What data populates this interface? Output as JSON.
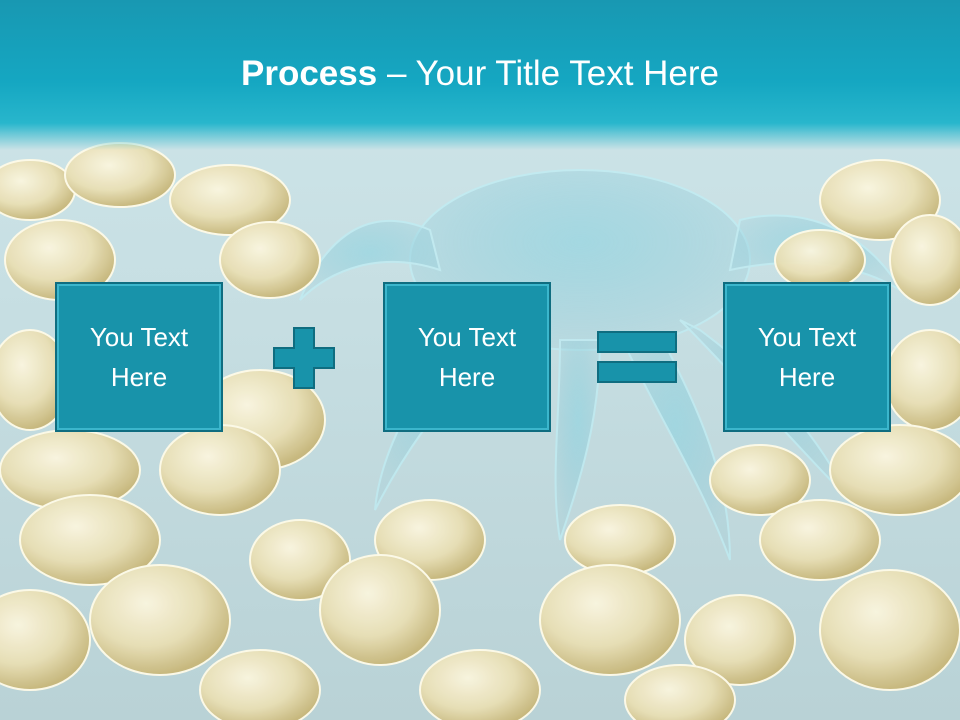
{
  "slide": {
    "title_bold": "Process",
    "title_rest": " – Your Title Text Here",
    "boxes": [
      {
        "line1": "You Text",
        "line2": "Here"
      },
      {
        "line1": "You Text",
        "line2": "Here"
      },
      {
        "line1": "You Text",
        "line2": "Here"
      }
    ],
    "operators": [
      "plus-icon",
      "equals-icon"
    ]
  },
  "colors": {
    "title_bar": "#15a7c2",
    "box_fill": "#1893aa",
    "box_border": "#0f6d80",
    "operator_fill": "#1893aa"
  }
}
